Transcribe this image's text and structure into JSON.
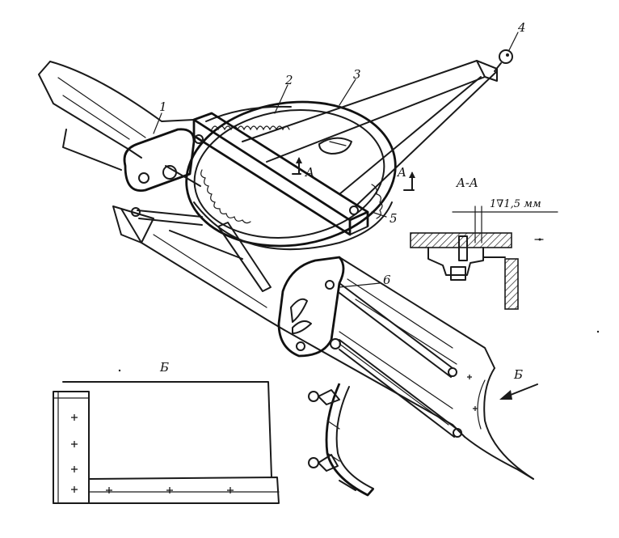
{
  "figure": {
    "callouts": {
      "c1": "1",
      "c2": "2",
      "c3": "3",
      "c4": "4",
      "c5": "5",
      "c6": "6"
    },
    "section_marker": "A",
    "section_title": "A-A",
    "dimension": "1∇1,5 мм",
    "view_label": "Б",
    "view_arrow_label": "Б"
  }
}
